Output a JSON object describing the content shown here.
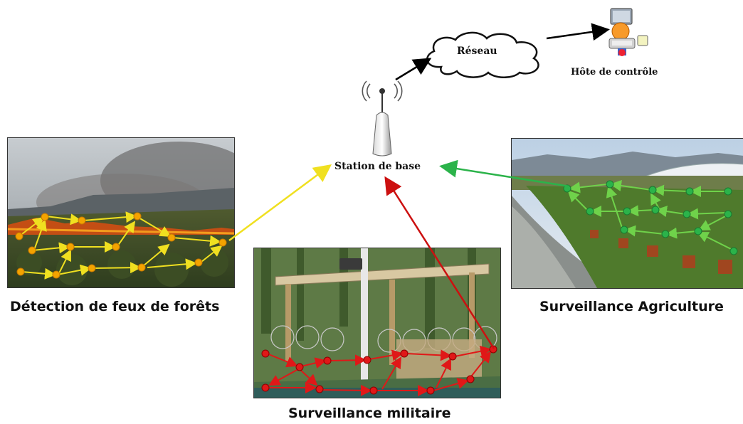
{
  "labels": {
    "network": "Réseau",
    "control_host": "Hôte de contrôle",
    "base_station": "Station de base"
  },
  "scenes": {
    "forest": {
      "caption": "Détection de feux de forêts",
      "color": "#f0e020"
    },
    "agriculture": {
      "caption": "Surveillance Agriculture",
      "color": "#2bb34a"
    },
    "military": {
      "caption": "Surveillance militaire",
      "color": "#cc1010"
    }
  },
  "colors": {
    "links": "#000000",
    "forest_node": "#f4a300"
  },
  "icons": [
    "antenna-icon",
    "cloud-icon",
    "computer-user-icon"
  ]
}
